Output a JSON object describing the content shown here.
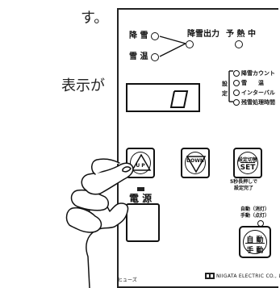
{
  "side_text": {
    "top_fragment": "す。",
    "middle_fragment": "表示が"
  },
  "panel": {
    "snow_label": "降 雪",
    "temp_label": "雪 温",
    "output_label": "降雪出力",
    "preheat_label": "予 熱 中",
    "settings": {
      "side_label_1": "設",
      "side_label_2": "定",
      "items": [
        "降雪カウント",
        "雪　　温",
        "インターバル",
        "残雪処理時間"
      ]
    },
    "display_value": "0",
    "up_label": "U  P",
    "down_label": "DOWN",
    "set_top_label": "設定切替",
    "set_bottom_label": "SET",
    "set_note_line1": "5秒長押しで",
    "set_note_line2": "設定完了",
    "power_label": "電 源",
    "auto_line1": "自動（消灯）",
    "auto_line2": "手動（点灯）",
    "auto_btn_top": "自 動",
    "auto_btn_bottom": "手 動",
    "fuse_label": "ヒューズ",
    "brand": "NIIGATA ELECTRIC CO., LTD."
  }
}
